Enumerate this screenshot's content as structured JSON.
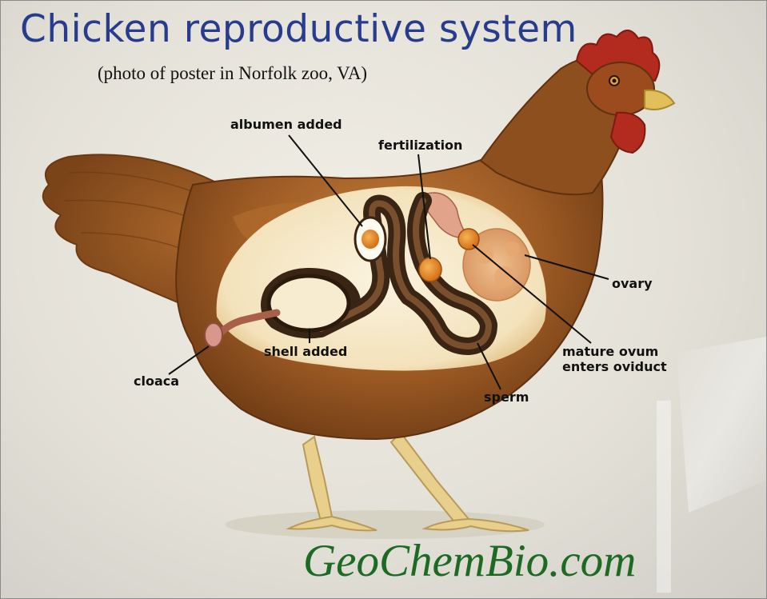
{
  "title": "Chicken reproductive system",
  "subtitle": "(photo of poster in Norfolk zoo, VA)",
  "labels": {
    "albumen_added": "albumen added",
    "fertilization": "fertilization",
    "ovary": "ovary",
    "mature_ovum_line1": "mature ovum",
    "mature_ovum_line2": "enters oviduct",
    "shell_added": "shell added",
    "cloaca": "cloaca",
    "sperm": "sperm"
  },
  "watermark": "GeoChemBio.com",
  "colors": {
    "title": "#283c8e",
    "watermark": "#1c6a23",
    "plumage": "#9c5a24",
    "comb": "#b32a1f",
    "oviduct": "#3a2514"
  }
}
